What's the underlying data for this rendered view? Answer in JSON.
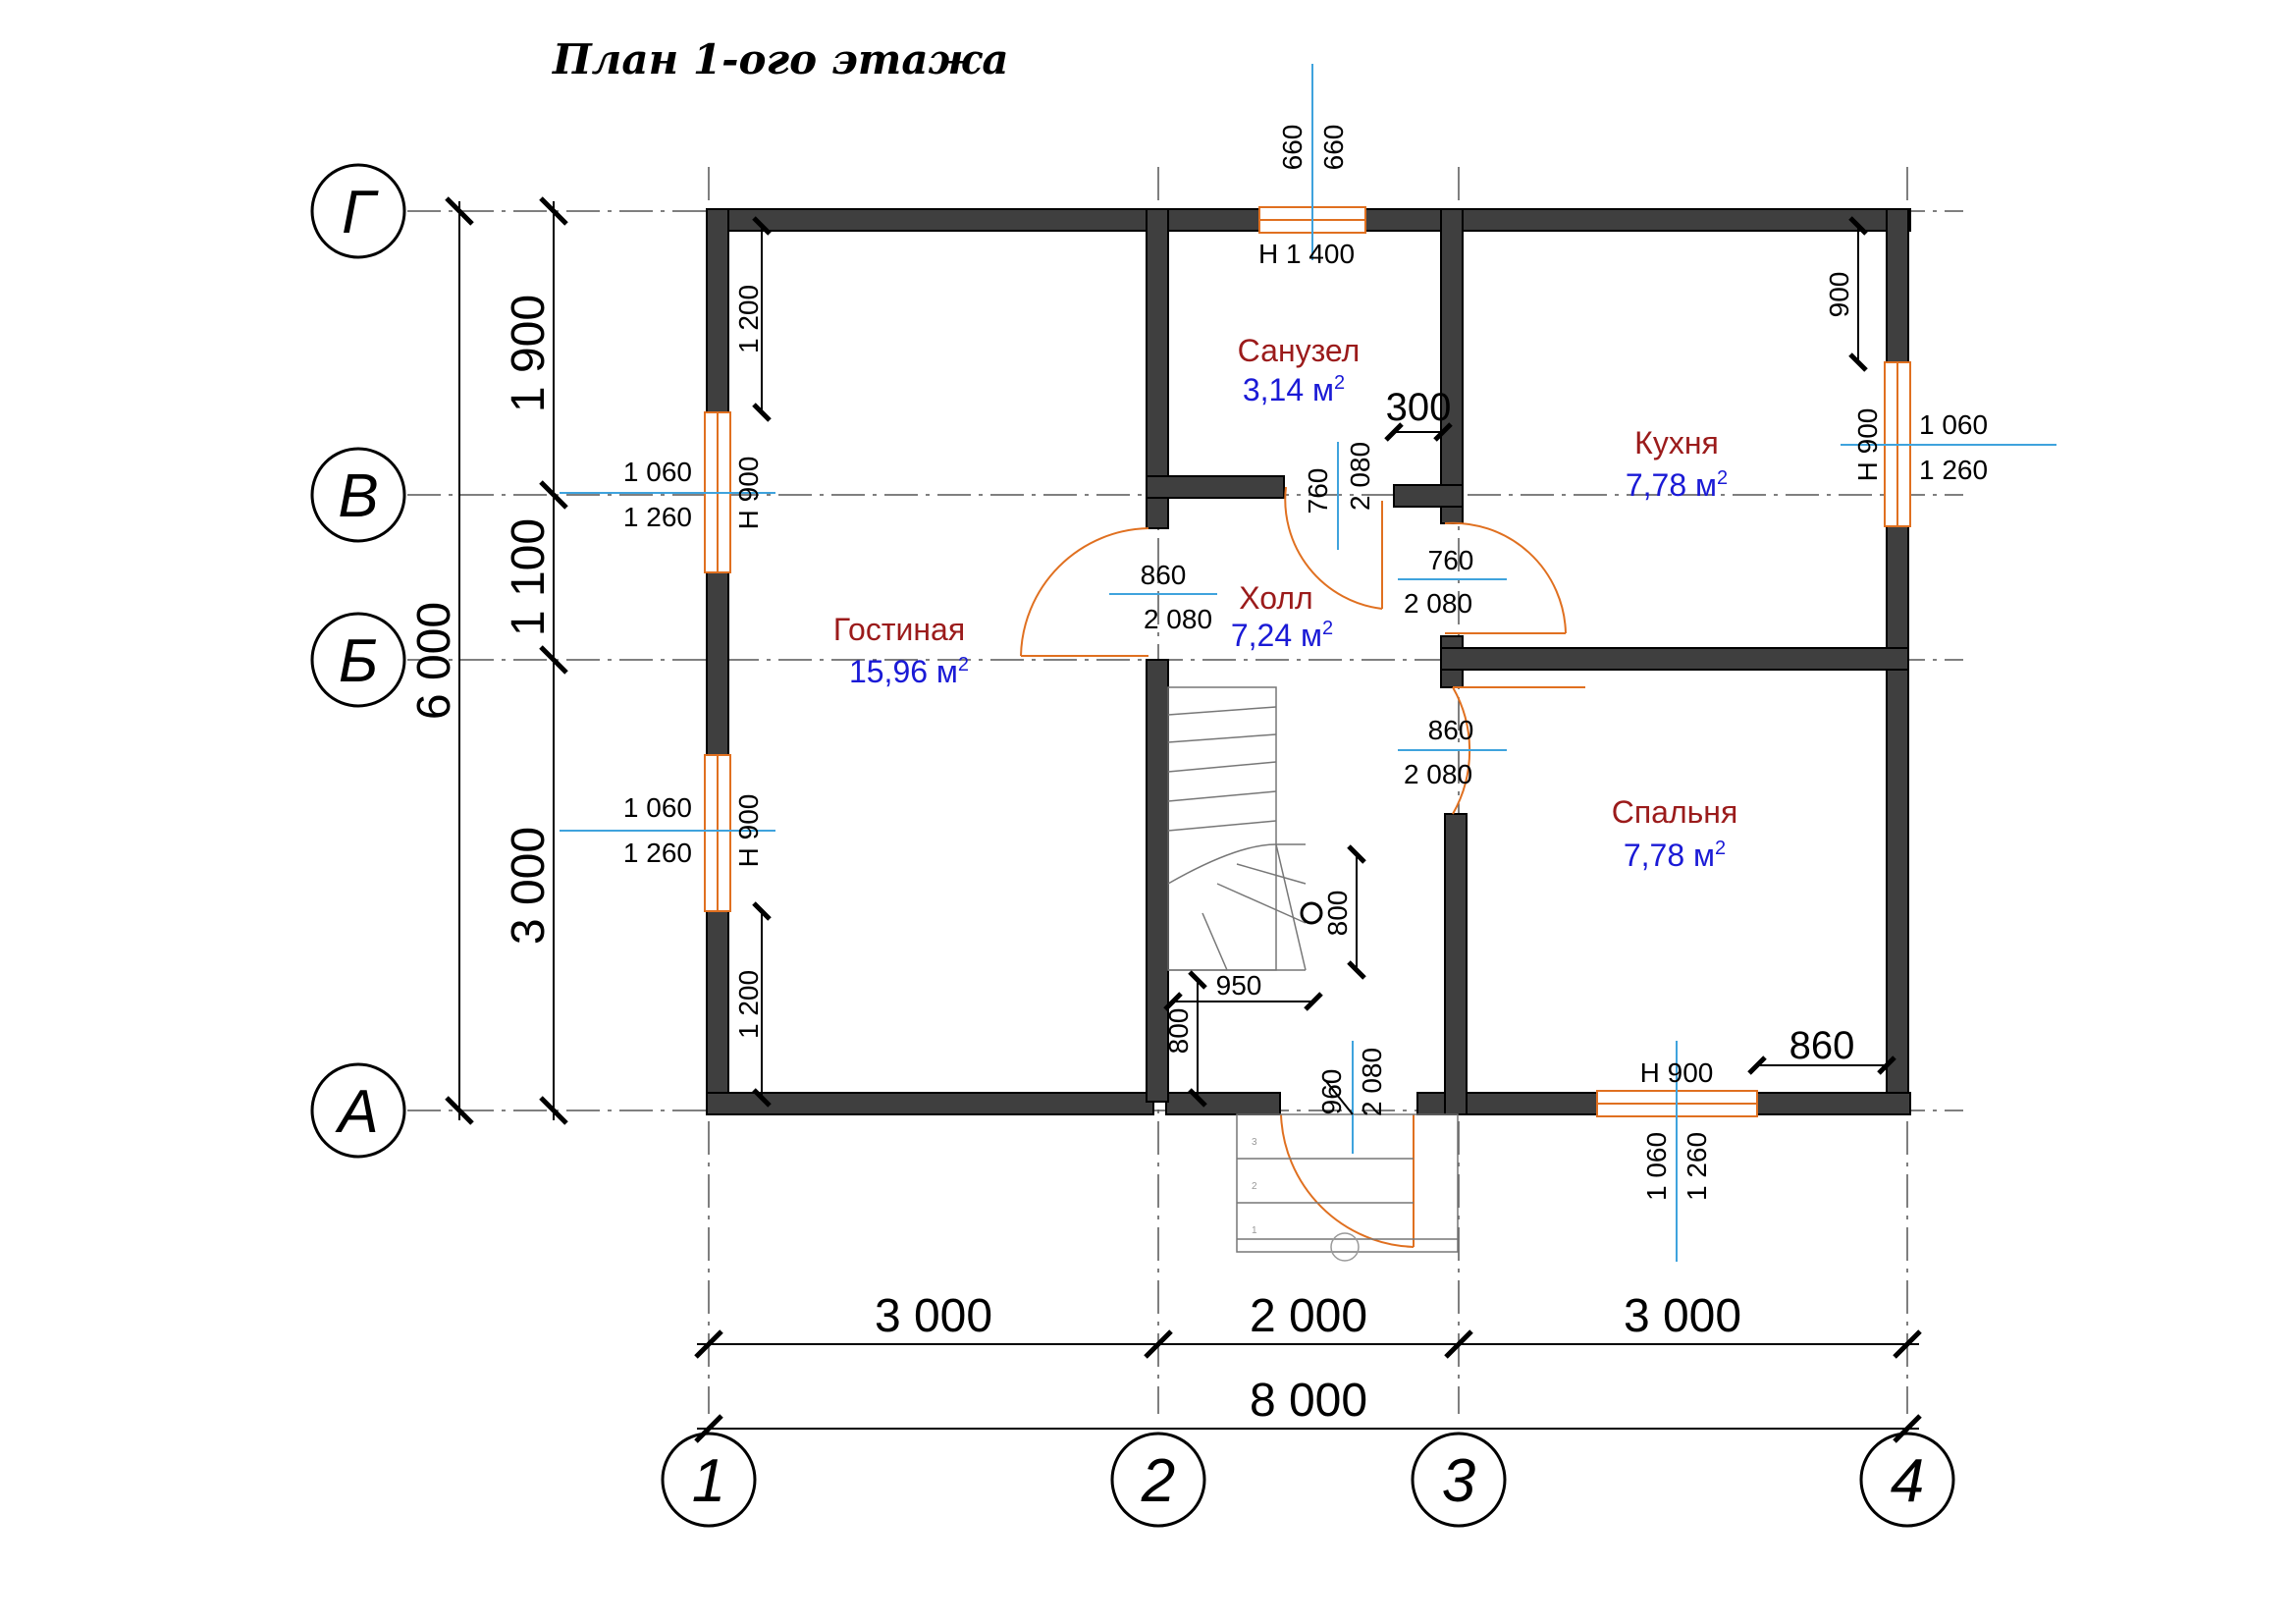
{
  "title": "План 1-ого этажа",
  "axes": {
    "rows": [
      "Г",
      "В",
      "Б",
      "А"
    ],
    "cols": [
      "1",
      "2",
      "3",
      "4"
    ]
  },
  "rooms": [
    {
      "name": "Гостиная",
      "area": "15,96 м",
      "unit_sup": "2"
    },
    {
      "name": "Санузел",
      "area": "3,14 м",
      "unit_sup": "2"
    },
    {
      "name": "Холл",
      "area": "7,24 м",
      "unit_sup": "2"
    },
    {
      "name": "Кухня",
      "area": "7,78 м",
      "unit_sup": "2"
    },
    {
      "name": "Спальня",
      "area": "7,78 м",
      "unit_sup": "2"
    }
  ],
  "dims": {
    "bottom": [
      "3 000",
      "2 000",
      "3 000"
    ],
    "total_bottom": "8 000",
    "left": [
      "1 900",
      "1 100",
      "3 000"
    ],
    "total_left": "6 000"
  },
  "openings": {
    "top_window": {
      "a": "660",
      "b": "660",
      "size": "Н  1 400"
    },
    "left_window_top": {
      "w": "1 060",
      "h": "1 260",
      "sill": "Н  900",
      "offset": "1 200"
    },
    "left_window_bottom": {
      "w": "1 060",
      "h": "1 260",
      "sill": "Н  900",
      "offset": "1 200"
    },
    "kitchen_window": {
      "w": "1 060",
      "h": "1 260",
      "sill": "Н  900",
      "offset": "900"
    },
    "bedroom_window": {
      "w": "1 060",
      "h": "1 260",
      "sill": "Н  900",
      "offset": "860"
    },
    "door_living": {
      "w": "860",
      "h": "2 080"
    },
    "door_bath": {
      "w": "760",
      "h": "2 080",
      "wall": "300"
    },
    "door_kitchen": {
      "w": "760",
      "h": "2 080"
    },
    "door_bedroom": {
      "w": "860",
      "h": "2 080"
    },
    "door_entry": {
      "w": "960",
      "h": "2 080"
    },
    "stair": {
      "a": "800",
      "b": "950",
      "c": "800"
    }
  },
  "steps": [
    "3",
    "2",
    "1"
  ]
}
